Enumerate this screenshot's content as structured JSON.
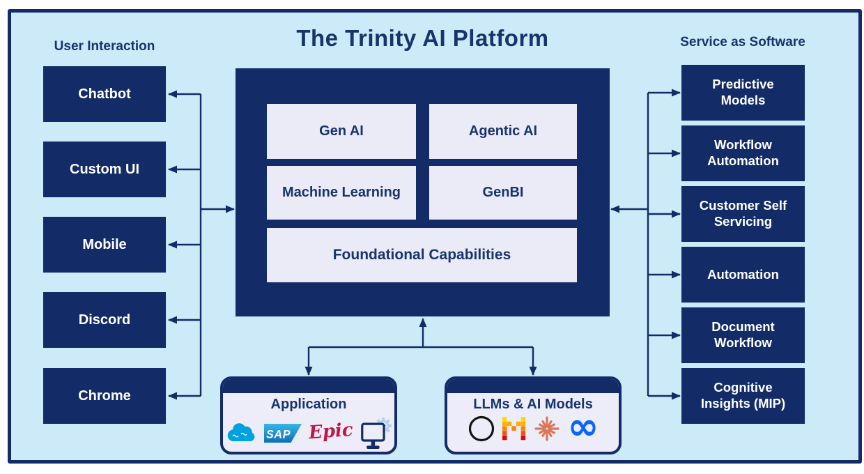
{
  "title": "The Trinity AI Platform",
  "left_panel": {
    "header": "User Interaction",
    "items": [
      "Chatbot",
      "Custom UI",
      "Mobile",
      "Discord",
      "Chrome"
    ]
  },
  "platform": {
    "modules": [
      "Gen AI",
      "Agentic AI",
      "Machine Learning",
      "GenBI"
    ],
    "foundation": "Foundational Capabilities"
  },
  "right_panel": {
    "header": "Service as Software",
    "items": [
      "Predictive Models",
      "Workflow Automation",
      "Customer Self Servicing",
      "Automation",
      "Document Workflow",
      "Cognitive Insights (MIP)"
    ]
  },
  "bottom": {
    "application": {
      "title": "Application",
      "sap_text": "SAP",
      "epic_text": "Epic",
      "logos": [
        "salesforce-logo",
        "sap-logo",
        "epic-logo",
        "monitor-gear-icon"
      ]
    },
    "llms": {
      "title": "LLMs & AI Models",
      "meta_glyph": "∞",
      "logos": [
        "openai-logo",
        "mistral-logo",
        "anthropic-claude-logo",
        "meta-logo"
      ]
    }
  },
  "colors": {
    "canvas_bg": "#CDEAF9",
    "navy": "#132C68",
    "light_box": "#EBEBF8",
    "heading_text": "#17346B",
    "salesforce_blue": "#00A1E0",
    "sap_blue_top": "#36B6E9",
    "sap_blue_bottom": "#0C6FB8",
    "epic_red": "#C01744",
    "mistral_colors": [
      "#FFD900",
      "#FFAF00",
      "#FF8205",
      "#FA500F",
      "#E10500"
    ],
    "anthropic_coral": "#D97757",
    "meta_blue": "#0866FF",
    "openai_black": "#141414"
  }
}
